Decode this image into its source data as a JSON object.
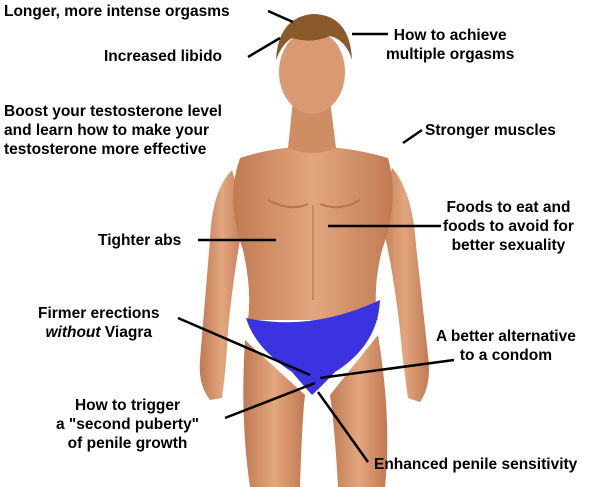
{
  "labels": {
    "orgasms": "Longer, more intense orgasms",
    "libido": "Increased libido",
    "multiple_line1": "How to achieve",
    "multiple_line2": "multiple orgasms",
    "testosterone_line1": "Boost your testosterone level",
    "testosterone_line2": "and learn how to make your",
    "testosterone_line3": "testosterone more effective",
    "muscles": "Stronger muscles",
    "foods_line1": "Foods to eat and",
    "foods_line2": "foods to avoid for",
    "foods_line3": "better sexuality",
    "abs": "Tighter abs",
    "erections_line1": "Firmer erections",
    "erections_italic": "without",
    "erections_rest": " Viagra",
    "condom_line1": "A better alternative",
    "condom_line2": "to a condom",
    "puberty_line1": "How to trigger",
    "puberty_line2": "a \"second puberty\"",
    "puberty_line3": "of penile growth",
    "sensitivity": "Enhanced penile sensitivity"
  },
  "colors": {
    "skin": "#d99a73",
    "skin_shadow": "#b8744f",
    "hair": "#8a5a2b",
    "underwear": "#3b32e0",
    "line": "#000000"
  }
}
